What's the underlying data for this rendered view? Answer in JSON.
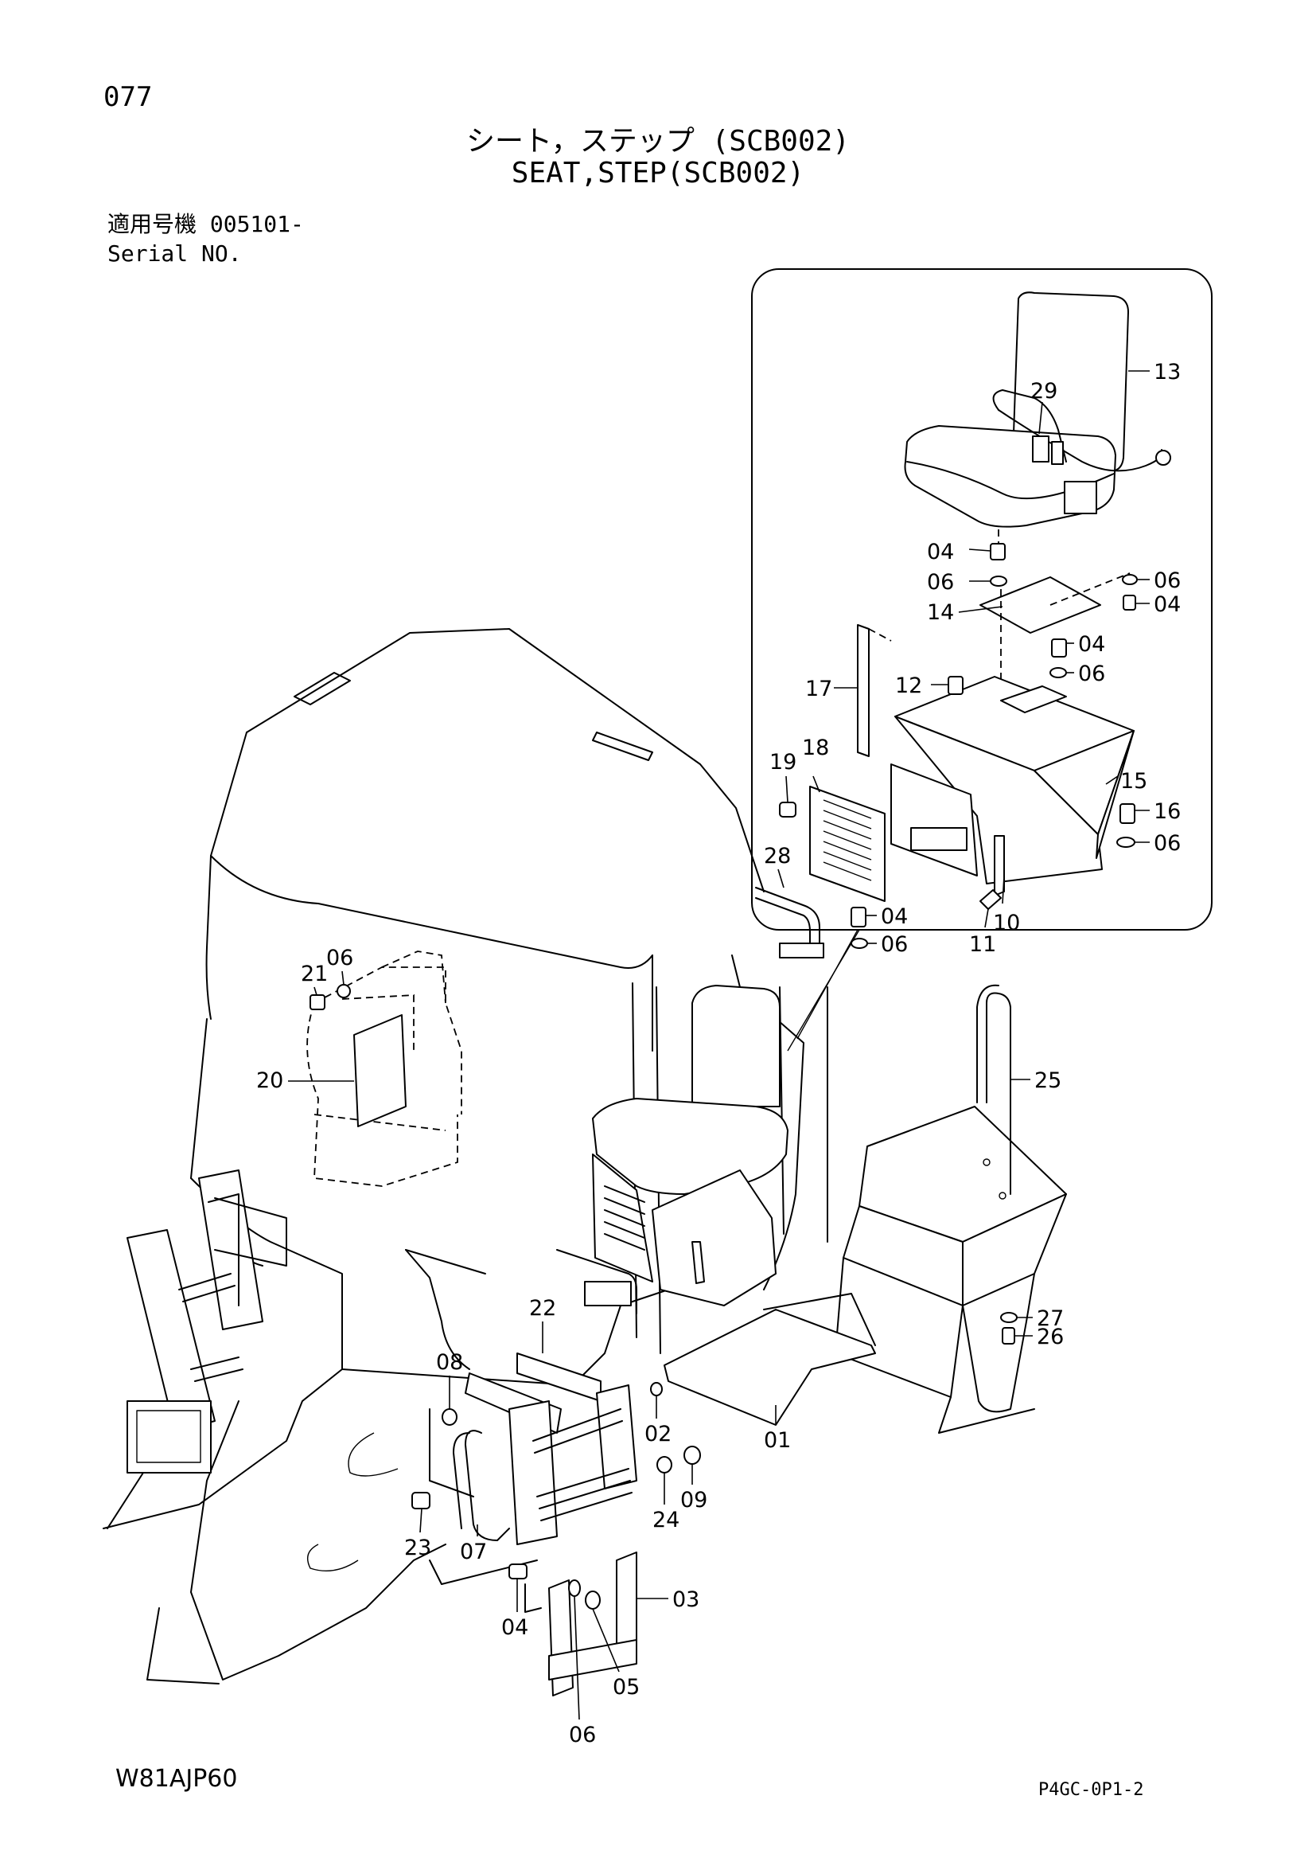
{
  "header": {
    "page_number": "077",
    "title_jp": "シート，ステップ (SCB002)",
    "title_en": "SEAT,STEP(SCB002)",
    "serial_jp": "適用号機 005101-",
    "serial_en": "Serial NO."
  },
  "footer": {
    "drawing_code": "W81AJP60",
    "sheet_code": "P4GC-0P1-2"
  },
  "parts": [
    {
      "key": "p13",
      "label": "13"
    },
    {
      "key": "p29",
      "label": "29"
    },
    {
      "key": "p04a",
      "label": "04"
    },
    {
      "key": "p06a",
      "label": "06"
    },
    {
      "key": "p14",
      "label": "14"
    },
    {
      "key": "p06b",
      "label": "06"
    },
    {
      "key": "p04b",
      "label": "04"
    },
    {
      "key": "p04c",
      "label": "04"
    },
    {
      "key": "p06c",
      "label": "06"
    },
    {
      "key": "p17",
      "label": "17"
    },
    {
      "key": "p12",
      "label": "12"
    },
    {
      "key": "p19",
      "label": "19"
    },
    {
      "key": "p18",
      "label": "18"
    },
    {
      "key": "p15",
      "label": "15"
    },
    {
      "key": "p16",
      "label": "16"
    },
    {
      "key": "p06d",
      "label": "06"
    },
    {
      "key": "p28",
      "label": "28"
    },
    {
      "key": "p04d",
      "label": "04"
    },
    {
      "key": "p10",
      "label": "10"
    },
    {
      "key": "p06e",
      "label": "06"
    },
    {
      "key": "p11",
      "label": "11"
    },
    {
      "key": "p21",
      "label": "21"
    },
    {
      "key": "p06f",
      "label": "06"
    },
    {
      "key": "p20",
      "label": "20"
    },
    {
      "key": "p25",
      "label": "25"
    },
    {
      "key": "p22",
      "label": "22"
    },
    {
      "key": "p27",
      "label": "27"
    },
    {
      "key": "p26",
      "label": "26"
    },
    {
      "key": "p08",
      "label": "08"
    },
    {
      "key": "p02",
      "label": "02"
    },
    {
      "key": "p01",
      "label": "01"
    },
    {
      "key": "p09",
      "label": "09"
    },
    {
      "key": "p24",
      "label": "24"
    },
    {
      "key": "p23",
      "label": "23"
    },
    {
      "key": "p07",
      "label": "07"
    },
    {
      "key": "p03",
      "label": "03"
    },
    {
      "key": "p04e",
      "label": "04"
    },
    {
      "key": "p05",
      "label": "05"
    },
    {
      "key": "p06g",
      "label": "06"
    }
  ]
}
